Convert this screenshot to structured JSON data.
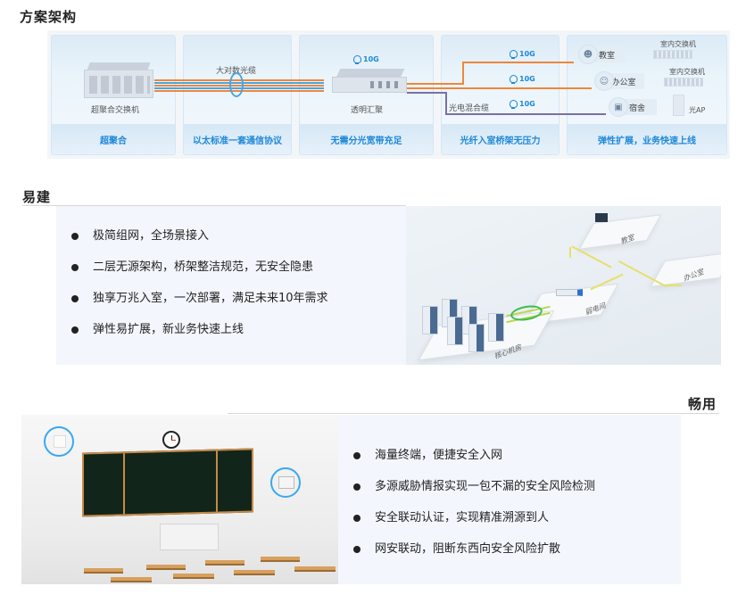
{
  "sections": {
    "architecture": {
      "title": "方案架构",
      "columns": [
        {
          "footer": "超聚合",
          "device_label": "超聚合交换机"
        },
        {
          "footer": "以太标准一套通信协议",
          "cable_label": "大对数光缆"
        },
        {
          "footer": "无需分光宽带充足",
          "device_label": "透明汇聚",
          "speed": "10G"
        },
        {
          "footer": "光纤入室桥架无压力",
          "cable_label": "光电混合缆",
          "speeds": [
            "10G",
            "10G",
            "10G"
          ]
        },
        {
          "footer": "弹性扩展，业务快速上线",
          "rooms": [
            {
              "name": "教室",
              "device": "室内交换机",
              "icon": "user-icon"
            },
            {
              "name": "办公室",
              "device": "室内交换机",
              "icon": "users-icon"
            },
            {
              "name": "宿舍",
              "device": "光AP",
              "icon": "bed-icon"
            }
          ]
        }
      ],
      "colors": {
        "accent": "#1e88d8",
        "fiber_orange": "#f0863a",
        "fiber_blue": "#4aa6e0",
        "fiber_purple": "#7a70a8"
      }
    },
    "easy_build": {
      "title": "易建",
      "bullets": [
        "极简组网，全场景接入",
        "二层无源架构，桥架整洁规范，无安全隐患",
        "独享万兆入室，一次部署，满足未来10年需求",
        "弹性易扩展，新业务快速上线"
      ],
      "diagram_labels": {
        "classroom": "教室",
        "office": "办公室",
        "weak_room": "弱电间",
        "core_room": "核心机房"
      }
    },
    "smooth_use": {
      "title": "畅用",
      "bullets": [
        "海量终端，便捷安全入网",
        "多源威胁情报实现一包不漏的安全风险检测",
        "安全联动认证，实现精准溯源到人",
        "网安联动，阻断东西向安全风险扩散"
      ]
    }
  }
}
